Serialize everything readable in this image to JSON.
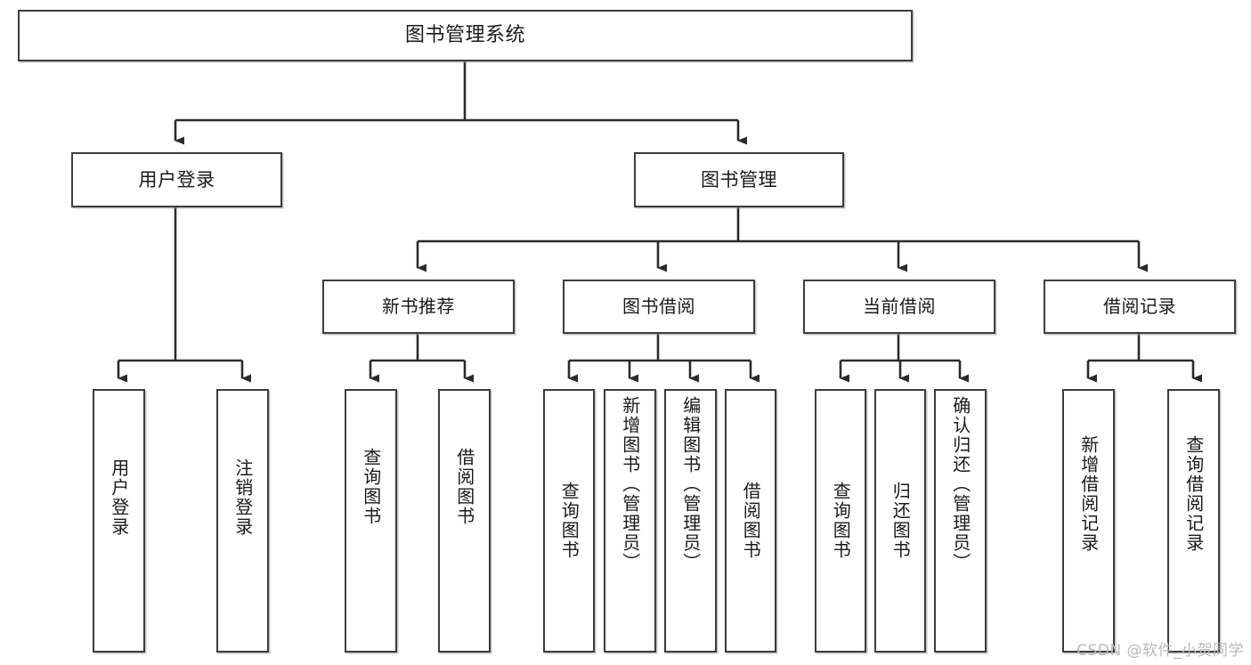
{
  "diagram": {
    "title": "图书管理系统",
    "watermark": "CSDN @软件_小贺同学",
    "root": {
      "label": "图书管理系统"
    },
    "level2": [
      {
        "label": "用户登录"
      },
      {
        "label": "图书管理"
      }
    ],
    "level3": [
      {
        "label": "新书推荐"
      },
      {
        "label": "图书借阅"
      },
      {
        "label": "当前借阅"
      },
      {
        "label": "借阅记录"
      }
    ],
    "leaves": {
      "user_login": [
        {
          "label": "用户登录"
        },
        {
          "label": "注销登录"
        }
      ],
      "new_book": [
        {
          "label": "查询图书"
        },
        {
          "label": "借阅图书"
        }
      ],
      "book_borrow": [
        {
          "label": "查询图书"
        },
        {
          "label": "新增图书（管理员）"
        },
        {
          "label": "编辑图书（管理员）"
        },
        {
          "label": "借阅图书"
        }
      ],
      "current_borrow": [
        {
          "label": "查询图书"
        },
        {
          "label": "归还图书"
        },
        {
          "label": "确认归还（管理员）"
        }
      ],
      "borrow_record": [
        {
          "label": "新增借阅记录"
        },
        {
          "label": "查询借阅记录"
        }
      ]
    },
    "colors": {
      "border": "#3d3d3d",
      "text": "#1a1a1a",
      "background": "#ffffff",
      "connector": "#2b2b2b",
      "watermark": "#b9b9b9"
    }
  }
}
